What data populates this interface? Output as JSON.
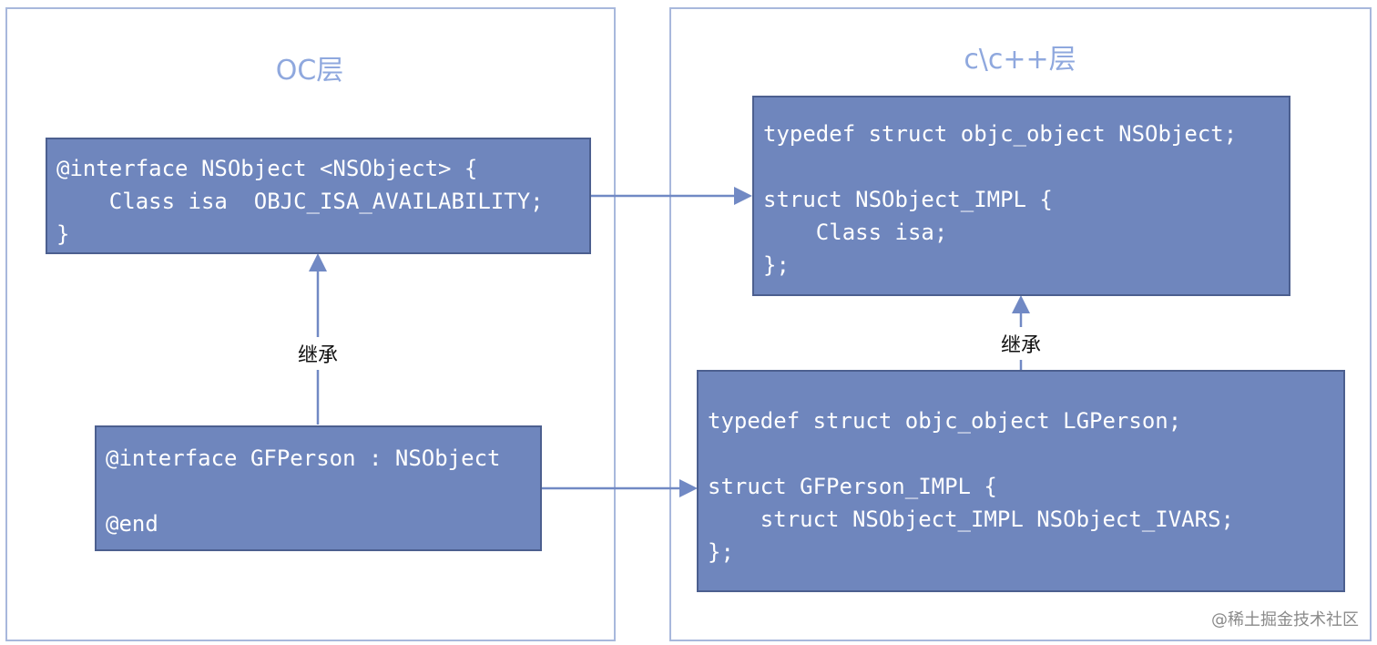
{
  "panels": {
    "oc": {
      "title": "OC层"
    },
    "cpp": {
      "title": "c\\c++层"
    }
  },
  "boxes": {
    "oc_nsobject": {
      "lines": [
        "@interface NSObject <NSObject> {",
        "    Class isa  OBJC_ISA_AVAILABILITY;",
        "}"
      ]
    },
    "oc_gfperson": {
      "lines": [
        "@interface GFPerson : NSObject",
        "",
        "@end"
      ]
    },
    "cpp_nsobject": {
      "lines": [
        "typedef struct objc_object NSObject;",
        "",
        "struct NSObject_IMPL {",
        "    Class isa;",
        "};"
      ]
    },
    "cpp_gfperson": {
      "lines": [
        "typedef struct objc_object LGPerson;",
        "",
        "struct GFPerson_IMPL {",
        "    struct NSObject_IMPL NSObject_IVARS;",
        "};"
      ]
    }
  },
  "labels": {
    "inherit_oc": "继承",
    "inherit_cpp": "继承"
  },
  "watermark": "@稀土掘金技术社区",
  "colors": {
    "box_fill": "#6f86bd",
    "box_border": "#4c5f8f",
    "panel_border": "#a8b8dc",
    "title": "#8fa8de",
    "connector": "#7189c4"
  }
}
